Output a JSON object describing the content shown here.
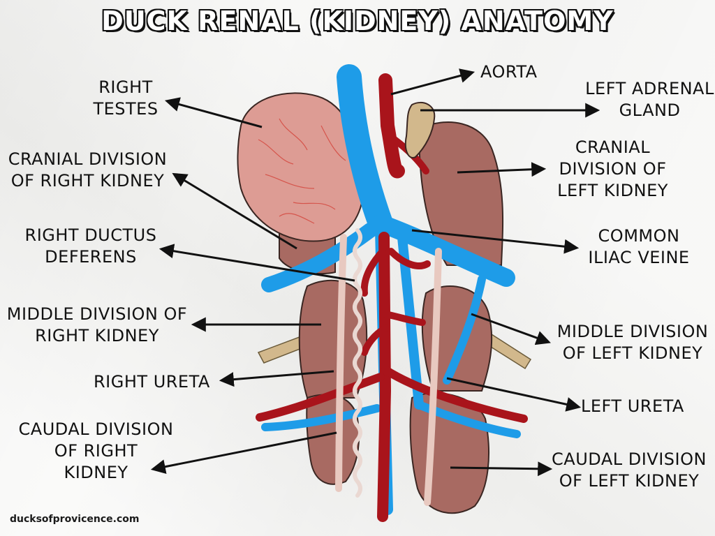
{
  "title": "DUCK RENAL (KIDNEY) ANATOMY",
  "credit": "ducksofprovicence.com",
  "colors": {
    "vein": "#1e9ce8",
    "artery": "#a9141b",
    "kidney": "#a86a62",
    "testes": "#dd9c94",
    "adrenal": "#d2b88c",
    "ureter": "#e8c9c0"
  },
  "labels": {
    "right_testes": "RIGHT\nTESTES",
    "cranial_right": "CRANIAL DIVISION\nOF RIGHT KIDNEY",
    "right_ductus": "RIGHT DUCTUS\nDEFERENS",
    "middle_right": "MIDDLE DIVISION OF\nRIGHT KIDNEY",
    "right_ureta": "RIGHT URETA",
    "caudal_right": "CAUDAL DIVISION\nOF RIGHT\nKIDNEY",
    "aorta": "AORTA",
    "left_adrenal": "LEFT ADRENAL\nGLAND",
    "cranial_left": "CRANIAL\nDIVISION OF\nLEFT KIDNEY",
    "common_iliac": "COMMON\nILIAC VEINE",
    "middle_left": "MIDDLE DIVISION\nOF LEFT KIDNEY",
    "left_ureta": "LEFT URETA",
    "caudal_left": "CAUDAL DIVISION\nOF LEFT KIDNEY"
  }
}
